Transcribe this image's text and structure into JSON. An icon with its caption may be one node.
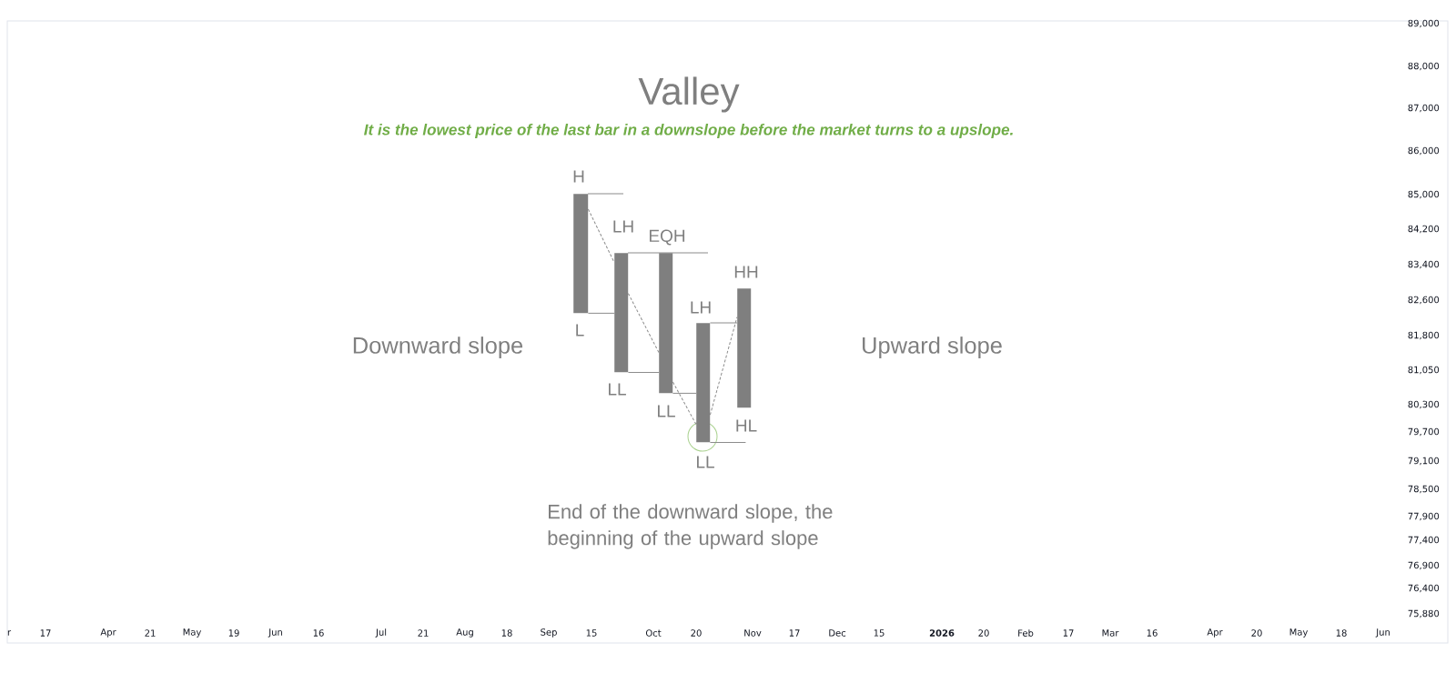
{
  "diagram": {
    "title": "Valley",
    "nodes": [
      {
        "text": [],
        "shape": "bar",
        "beside": [
          "H",
          "L"
        ]
      },
      {
        "text": [],
        "shape": "bar",
        "beside": [
          "LH",
          "LL"
        ]
      },
      {
        "text": [],
        "shape": "bar",
        "beside": [
          "EQH",
          "LL"
        ]
      },
      {
        "text": [],
        "shape": "bar",
        "beside": [
          "LH",
          "LL"
        ]
      },
      {
        "text": [],
        "shape": "bar",
        "beside": [
          "HH",
          "HL"
        ]
      }
    ],
    "edges": [
      {
        "from": 0,
        "to": 1,
        "arrow": "none",
        "style": "dashed"
      },
      {
        "from": 1,
        "to": 2,
        "arrow": "none",
        "style": "dashed"
      },
      {
        "from": 2,
        "to": 3,
        "arrow": "none",
        "style": "dashed"
      },
      {
        "from": 3,
        "to": 4,
        "arrow": "none",
        "style": "dashed"
      },
      {
        "from": 0,
        "to": 1,
        "arrow": "none"
      },
      {
        "from": 1,
        "to": 2,
        "arrow": "none"
      },
      {
        "from": 2,
        "to": 3,
        "arrow": "none"
      },
      {
        "from": 3,
        "to": 4,
        "arrow": "none"
      },
      {
        "from": 3,
        "to": 4,
        "arrow": "none"
      }
    ],
    "labels": [
      "It is the lowest price of the last bar in a downslope before the market turns to a upslope.",
      "Downward slope",
      "Upward slope",
      "End of the downward slope, the beginning of the upward slope",
      "89,000",
      "88,000",
      "87,000",
      "86,000",
      "85,000",
      "84,200",
      "83,400",
      "82,600",
      "81,800",
      "81,050",
      "80,300",
      "79,700",
      "79,100",
      "78,500",
      "77,900",
      "77,400",
      "76,900",
      "76,400",
      "75,880",
      "r",
      "17",
      "Apr",
      "21",
      "May",
      "19",
      "Jun",
      "16",
      "Jul",
      "21",
      "Aug",
      "18",
      "Sep",
      "15",
      "Oct",
      "20",
      "Nov",
      "17",
      "Dec",
      "15",
      "2026",
      "20",
      "Feb",
      "17",
      "Mar",
      "16",
      "Apr",
      "20",
      "May",
      "18",
      "Jun"
    ]
  }
}
